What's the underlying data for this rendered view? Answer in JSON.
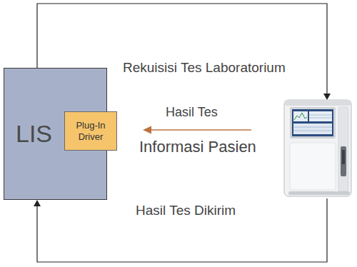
{
  "diagram": {
    "nodes": [
      {
        "text": [
          "LIS"
        ]
      },
      {
        "text": [
          "Plug-In Driver"
        ],
        "in": 0
      }
    ],
    "labels": [
      "Rekuisisi Tes Laboratorium",
      "Hasil Tes",
      "Informasi Pasien",
      "Hasil Tes Dikirim"
    ]
  }
}
